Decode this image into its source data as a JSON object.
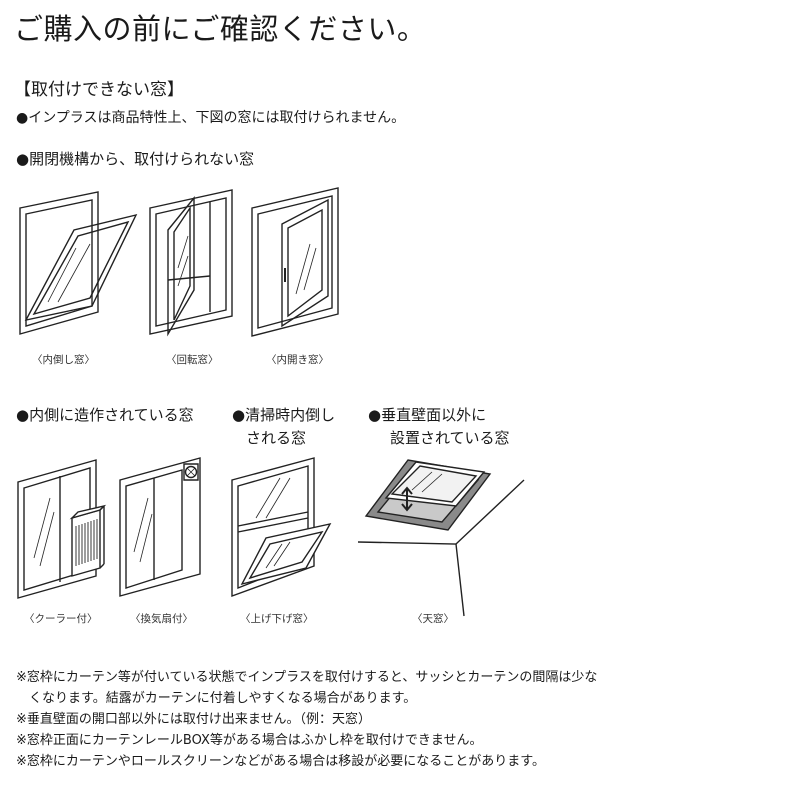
{
  "title": "ご購入の前にご確認ください。",
  "heading": "【取付けできない窓】",
  "intro": "●インプラスは商品特性上、下図の窓には取付けられません。",
  "sections": {
    "mechanism": {
      "label": "●開閉機構から、取付けられない窓",
      "captions": [
        "〈内倒し窓〉",
        "〈回転窓〉",
        "〈内開き窓〉"
      ]
    },
    "inner": {
      "label": "●内側に造作されている窓",
      "captions": [
        "〈クーラー付〉",
        "〈換気扇付〉"
      ]
    },
    "cleaning": {
      "label_line1": "●清掃時内倒し",
      "label_line2": "される窓",
      "captions": [
        "〈上げ下げ窓〉"
      ]
    },
    "vertical": {
      "label_line1": "●垂直壁面以外に",
      "label_line2": "設置されている窓",
      "captions": [
        "〈天窓〉"
      ]
    }
  },
  "notes": [
    "※窓枠にカーテン等が付いている状態でインプラスを取付けすると、サッシとカーテンの間隔は少な",
    "　くなります。結露がカーテンに付着しやすくなる場合があります。",
    "※垂直壁面の開口部以外には取付け出来ません。（例：天窓）",
    "※窓枠正面にカーテンレールBOX等がある場合はふかし枠を取付けできません。",
    "※窓枠にカーテンやロールスクリーンなどがある場合は移設が必要になることがあります。"
  ]
}
